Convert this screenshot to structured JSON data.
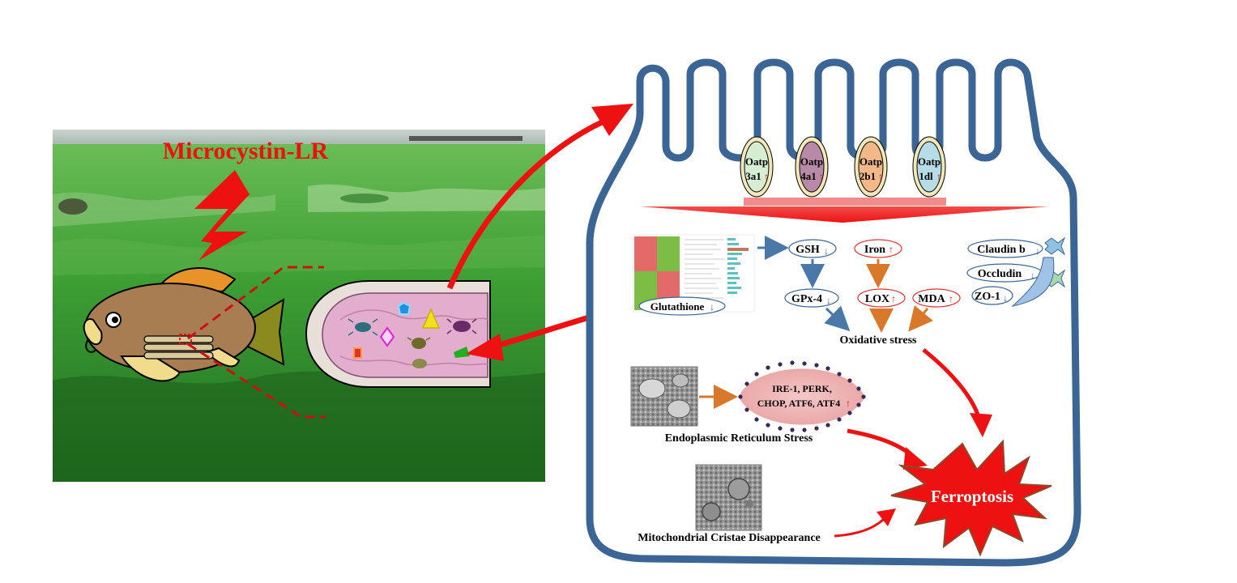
{
  "toxin_label": "Microcystin-LR",
  "transporters": [
    {
      "line1": "Oatp",
      "line2": "3a1",
      "arrow": "↑",
      "fill": "#d6ecd3"
    },
    {
      "line1": "Oatp",
      "line2": "4a1",
      "arrow": "↑",
      "fill": "#b98aa8"
    },
    {
      "line1": "Oatp",
      "line2": "2b1",
      "arrow": "↑",
      "fill": "#f3b888"
    },
    {
      "line1": "Oatp",
      "line2": "1dl",
      "arrow": "↑",
      "fill": "#b6dce8"
    }
  ],
  "markers": {
    "gsh": "GSH",
    "gsh_arrow": "↓",
    "iron": "Iron",
    "iron_arrow": "↑",
    "gpx4": "GPx-4",
    "gpx4_arrow": "↓",
    "lox": "LOX",
    "lox_arrow": "↑",
    "mda": "MDA",
    "mda_arrow": "↑",
    "glutathione": "Glutathione",
    "glutathione_arrow": "↓",
    "oxidative_stress": "Oxidative stress"
  },
  "tight_junctions": [
    {
      "label": "Claudin b",
      "arrow": "↓"
    },
    {
      "label": "Occludin",
      "arrow": "↓"
    },
    {
      "label": "ZO-1",
      "arrow": "↓"
    }
  ],
  "er_stress": {
    "line1": "IRE-1,  PERK,",
    "line2": "CHOP,  ATF6,  ATF4",
    "arrow": "↑",
    "caption": "Endoplasmic  Reticulum Stress"
  },
  "mito_caption": "Mitochondrial  Cristae Disappearance",
  "outcome": "Ferroptosis",
  "colors": {
    "red": "#ee1111",
    "blue_membrane": "#3b6595",
    "orange_arrow": "#d9782a",
    "blue_arrow": "#4a78a8",
    "water_green": "#3d9b2e"
  }
}
